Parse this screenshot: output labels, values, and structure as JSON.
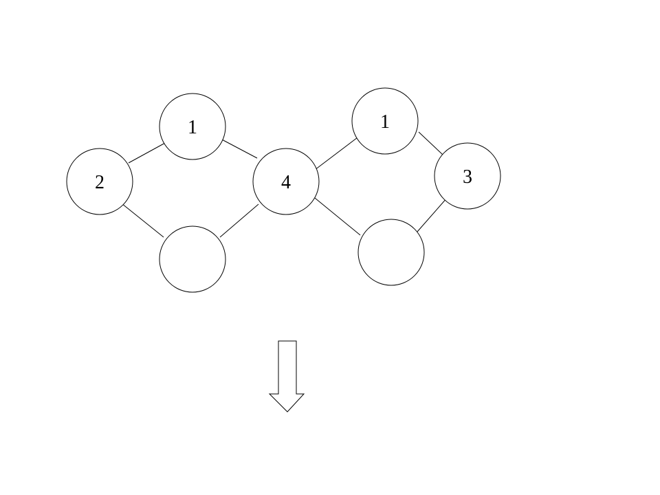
{
  "diagram": {
    "nodes": [
      {
        "id": "n1",
        "label": "1"
      },
      {
        "id": "n2",
        "label": "2"
      },
      {
        "id": "n3",
        "label": "4"
      },
      {
        "id": "n4",
        "label": ""
      },
      {
        "id": "n5",
        "label": "1"
      },
      {
        "id": "n6",
        "label": "3"
      },
      {
        "id": "n7",
        "label": ""
      }
    ],
    "edges": [
      {
        "from": "n2",
        "to": "n1"
      },
      {
        "from": "n1",
        "to": "n3"
      },
      {
        "from": "n2",
        "to": "n4"
      },
      {
        "from": "n4",
        "to": "n3"
      },
      {
        "from": "n3",
        "to": "n5"
      },
      {
        "from": "n5",
        "to": "n6"
      },
      {
        "from": "n3",
        "to": "n7"
      },
      {
        "from": "n7",
        "to": "n6"
      }
    ],
    "arrow_direction": "down",
    "stroke_color": "#000000",
    "fill_color": "#ffffff"
  }
}
